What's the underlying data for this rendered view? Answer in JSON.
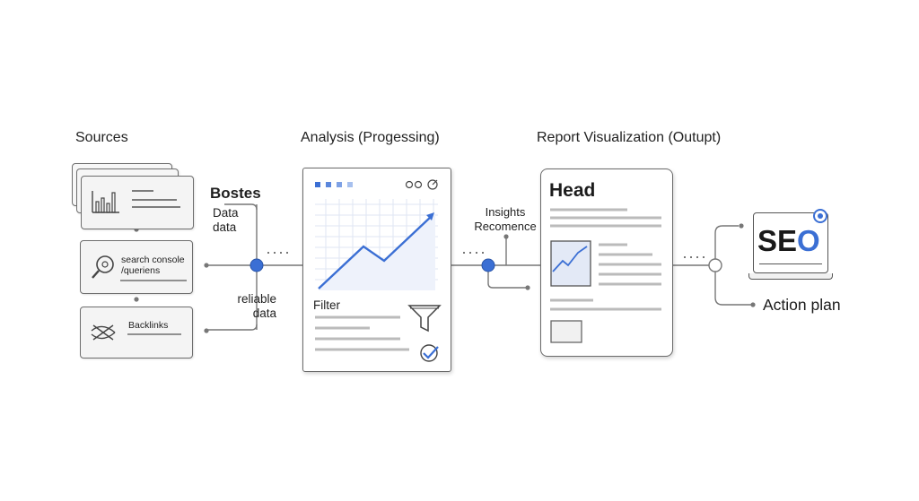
{
  "columns": {
    "sources": "Sources",
    "analysis": "Analysis (Progessing)",
    "report": "Report Visualization (Outupt)"
  },
  "sources": {
    "heading": "Bostes",
    "data_label": "Data\ndata",
    "search_card": "search console\n/queriens",
    "backlinks_card": "Backlinks",
    "reliable_label": "reliable\ndata"
  },
  "analysis": {
    "filter_label": "Filter"
  },
  "connector_label": "Insights\nRecomence",
  "report": {
    "head": "Head"
  },
  "output": {
    "seo_prefix": "SE",
    "seo_suffix": "O",
    "action_plan": "Action plan"
  },
  "colors": {
    "accent": "#3b6fd4",
    "line": "#777777",
    "card_bg": "#f4f4f4"
  }
}
